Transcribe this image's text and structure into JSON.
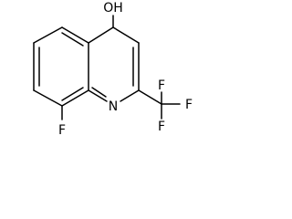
{
  "molecule": {
    "atoms": {
      "oh": "OH",
      "n": "N",
      "f_ring": "F",
      "f_top": "F",
      "f_right": "F",
      "f_bottom": "F"
    }
  },
  "colors": {
    "bond": "#000000",
    "label": "#000000",
    "background": "#ffffff"
  }
}
